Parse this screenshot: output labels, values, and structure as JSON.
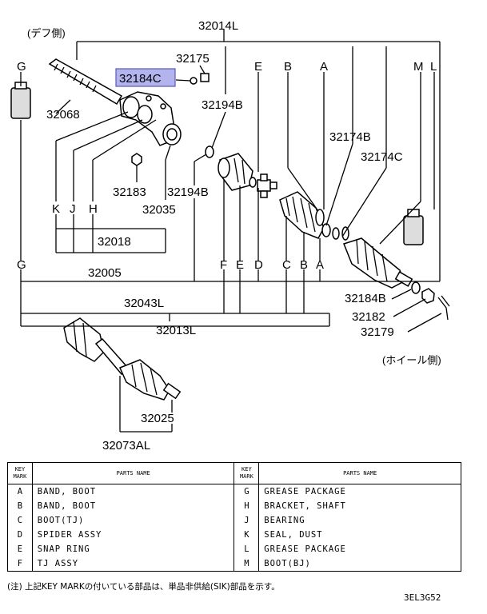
{
  "labels": {
    "diff_side": "(デフ側)",
    "wheel_side": "(ホイール側)",
    "p32014L": "32014L",
    "p32175": "32175",
    "p32184C": "32184C",
    "p32068": "32068",
    "p32194B_a": "32194B",
    "p32194B_b": "32194B",
    "p32183": "32183",
    "p32035": "32035",
    "p32174B": "32174B",
    "p32174C": "32174C",
    "p32018": "32018",
    "p32005": "32005",
    "p32043L": "32043L",
    "p32013L": "32013L",
    "p32184B": "32184B",
    "p32182": "32182",
    "p32179": "32179",
    "p32025": "32025",
    "p32073AL": "32073AL"
  },
  "letters": {
    "G": "G",
    "E": "E",
    "B": "B",
    "A": "A",
    "M": "M",
    "L": "L",
    "K": "K",
    "J": "J",
    "H": "H",
    "F": "F",
    "D": "D",
    "C": "C"
  },
  "legend": {
    "key_mark": "KEY MARK",
    "parts_name": "PARTS NAME",
    "rows": [
      {
        "k1": "A",
        "n1": "BAND, BOOT",
        "k2": "G",
        "n2": "GREASE PACKAGE"
      },
      {
        "k1": "B",
        "n1": "BAND, BOOT",
        "k2": "H",
        "n2": "BRACKET, SHAFT"
      },
      {
        "k1": "C",
        "n1": "BOOT(TJ)",
        "k2": "J",
        "n2": "BEARING"
      },
      {
        "k1": "D",
        "n1": "SPIDER ASSY",
        "k2": "K",
        "n2": "SEAL, DUST"
      },
      {
        "k1": "E",
        "n1": "SNAP RING",
        "k2": "L",
        "n2": "GREASE PACKAGE"
      },
      {
        "k1": "F",
        "n1": "TJ ASSY",
        "k2": "M",
        "n2": "BOOT(BJ)"
      }
    ]
  },
  "note": "(注) 上記KEY MARKの付いている部品は、単品非供給(SIK)部品を示す。",
  "code": "3EL3G52",
  "colors": {
    "highlight": "#b3b3ee",
    "highlight_border": "#5a5ab0"
  }
}
